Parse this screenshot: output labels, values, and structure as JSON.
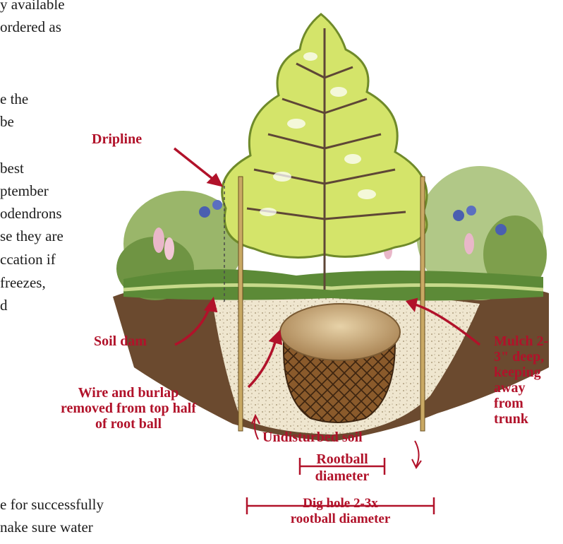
{
  "article_text": [
    "y available",
    "ordered as",
    "e the",
    "be",
    "best",
    "ptember",
    "odendrons",
    "se they are",
    "ccation if",
    "freezes,",
    "d",
    "e for successfully",
    "nake sure water"
  ],
  "labels": {
    "dripline": "Dripline",
    "soil_dam": "Soil dam",
    "wire_burlap": [
      "Wire and burlap",
      "removed from top half",
      "of root ball"
    ],
    "mulch": [
      "Mulch 2-",
      "3\" deep,",
      "keeping",
      "away",
      "from",
      "trunk"
    ],
    "undisturbed_soil": "Undisturbed soil",
    "rootball_diameter": [
      "Rootball",
      "diameter"
    ],
    "dig_hole": [
      "Dig hole 2-3x",
      "rootball diameter"
    ]
  },
  "colors": {
    "label_red": "#b1122a",
    "body_text": "#1c1c1c"
  }
}
